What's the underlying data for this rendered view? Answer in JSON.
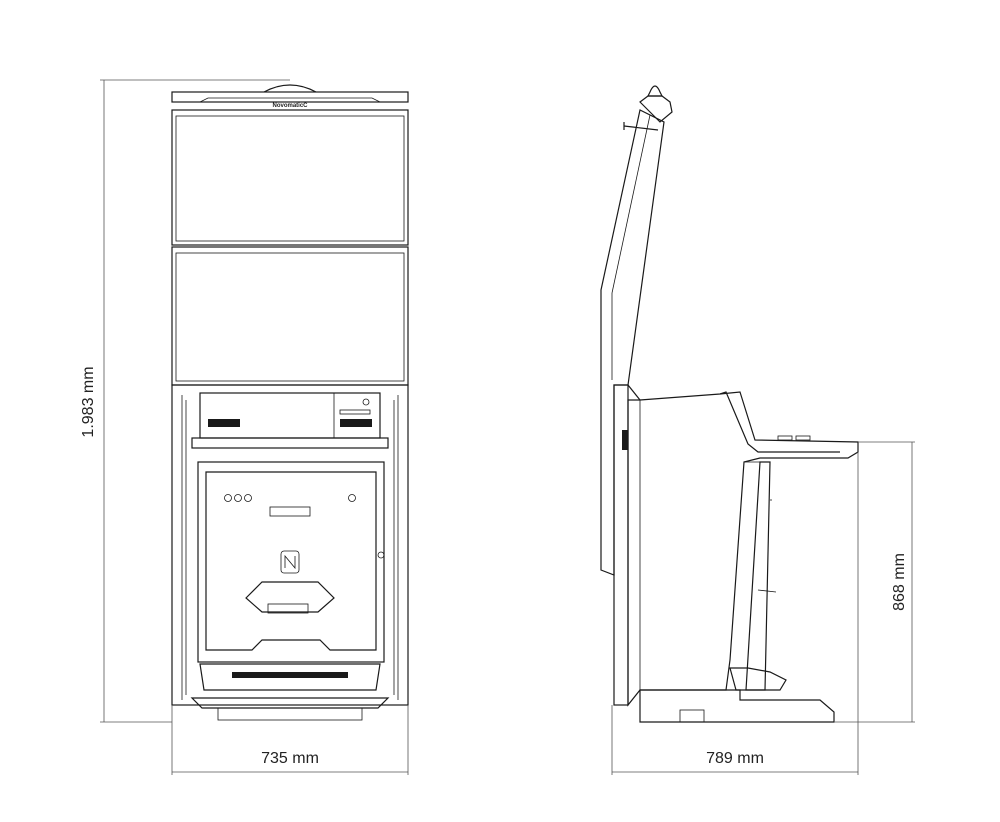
{
  "brand": {
    "logo_text": "NovomaticC"
  },
  "dimensions": {
    "height_label": "1.983 mm",
    "front_width_label": "735 mm",
    "side_depth_label": "789 mm",
    "side_height_label": "868 mm"
  },
  "colors": {
    "line": "#1a1a1a",
    "dimension_line": "#555555",
    "background": "#ffffff"
  }
}
